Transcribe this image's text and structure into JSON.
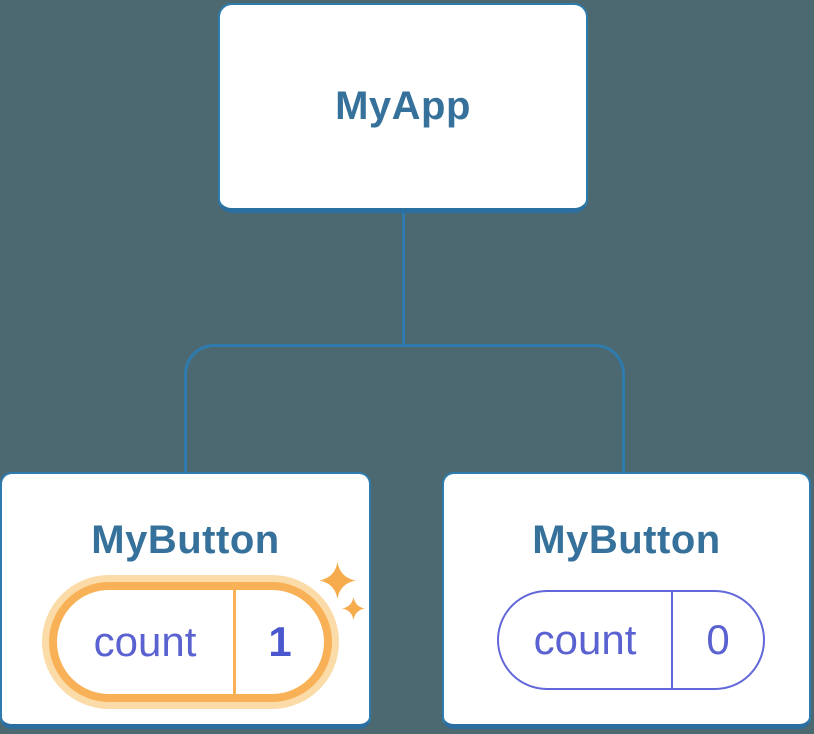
{
  "tree": {
    "root": {
      "label": "MyApp"
    },
    "children": [
      {
        "label": "MyButton",
        "state_key": "count",
        "state_value": "1",
        "highlighted": true
      },
      {
        "label": "MyButton",
        "state_key": "count",
        "state_value": "0",
        "highlighted": false
      }
    ]
  },
  "icons": {
    "sparkle_large": "four-pointed-star",
    "sparkle_small": "four-pointed-star"
  },
  "colors": {
    "background": "#4C6971",
    "connector": "#2E7BAE",
    "card_background": "#FFFFFF",
    "card_border": "#2E7BAE",
    "card_border_bottom": "#2B6FA0",
    "component_text": "#36719C",
    "state_text": "#5A62D2",
    "state_value_bold": "#4A57CE",
    "pill_border_default": "#6268D9",
    "pill_border_highlight": "#F8B157",
    "pill_glow": "#FBDCA8",
    "sparkle": "#F6AC4D"
  }
}
